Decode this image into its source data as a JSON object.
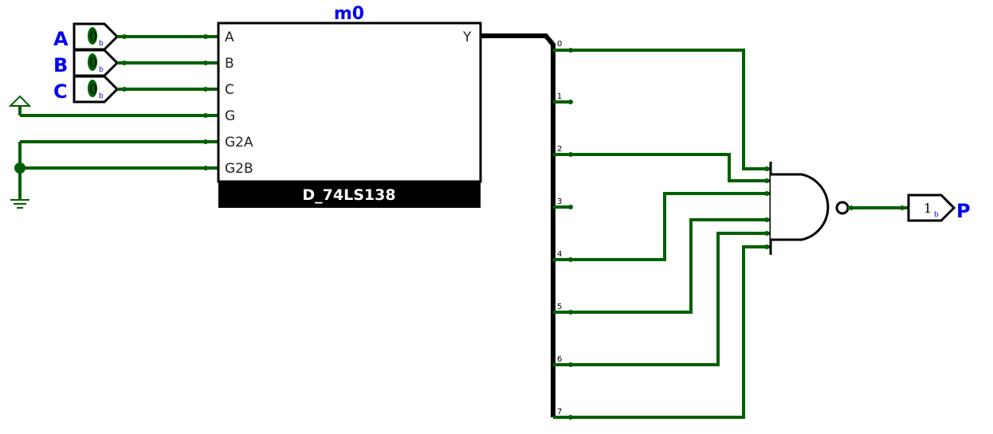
{
  "component": {
    "instance_name": "m0",
    "chip_name": "D_74LS138",
    "pins_left": [
      "A",
      "B",
      "C",
      "G",
      "G2A",
      "G2B"
    ],
    "pin_right": "Y"
  },
  "inputs": [
    {
      "label": "A",
      "value": "0",
      "radix": "b"
    },
    {
      "label": "B",
      "value": "0",
      "radix": "b"
    },
    {
      "label": "C",
      "value": "0",
      "radix": "b"
    }
  ],
  "output": {
    "label": "P",
    "value": "1",
    "radix": "b"
  },
  "bus_bits": [
    "0",
    "1",
    "2",
    "3",
    "4",
    "5",
    "6",
    "7"
  ],
  "colors": {
    "wire": "#006000",
    "label": "#0000ee",
    "bus": "#000000"
  }
}
